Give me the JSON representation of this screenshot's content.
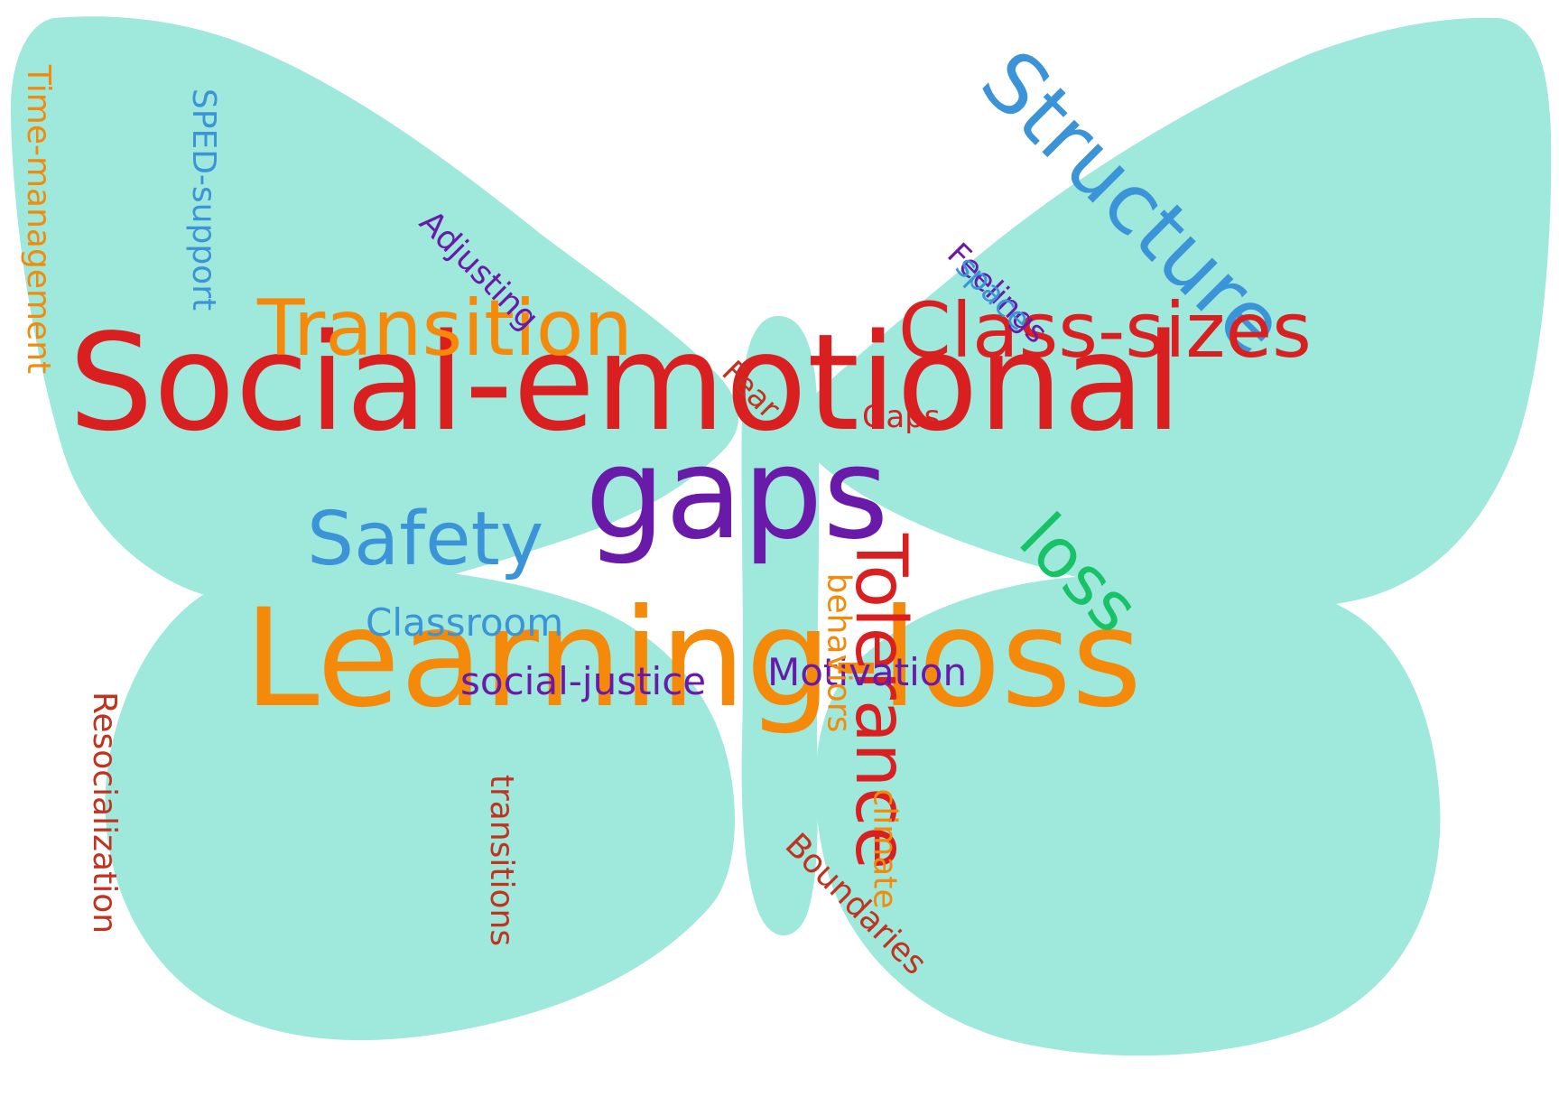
{
  "palette": {
    "shape_fill": "#9ee8dc",
    "red": "#d91f1f",
    "orange": "#f58a0a",
    "purple": "#6a1aa8",
    "blue": "#3b94d8",
    "green": "#18c266",
    "dark_red": "#c2331f"
  },
  "shape": {
    "icon": "butterfly-silhouette"
  },
  "words": [
    {
      "text": "Social-emotional",
      "color": "red",
      "weight": 100
    },
    {
      "text": "Learning-loss",
      "color": "orange",
      "weight": 95
    },
    {
      "text": "gaps",
      "color": "purple",
      "weight": 90
    },
    {
      "text": "Structure",
      "color": "blue",
      "weight": 55
    },
    {
      "text": "Class-sizes",
      "color": "red",
      "weight": 52
    },
    {
      "text": "Transition",
      "color": "orange",
      "weight": 52
    },
    {
      "text": "Safety",
      "color": "blue",
      "weight": 50
    },
    {
      "text": "Tolerance",
      "color": "red",
      "weight": 50
    },
    {
      "text": "loss",
      "color": "green",
      "weight": 48
    },
    {
      "text": "Classroom",
      "color": "blue",
      "weight": 30
    },
    {
      "text": "Motivation",
      "color": "purple",
      "weight": 30
    },
    {
      "text": "social-justice",
      "color": "purple",
      "weight": 30
    },
    {
      "text": "behaviors",
      "color": "orange",
      "weight": 27
    },
    {
      "text": "climate",
      "color": "orange",
      "weight": 27
    },
    {
      "text": "Boundaries",
      "color": "dark_red",
      "weight": 27
    },
    {
      "text": "Resocialization",
      "color": "dark_red",
      "weight": 27
    },
    {
      "text": "transitions",
      "color": "dark_red",
      "weight": 27
    },
    {
      "text": "Time-management",
      "color": "orange",
      "weight": 27
    },
    {
      "text": "SPED-support",
      "color": "blue",
      "weight": 27
    },
    {
      "text": "Adjusting",
      "color": "purple",
      "weight": 27
    },
    {
      "text": "Feelings",
      "color": "purple",
      "weight": 25
    },
    {
      "text": "space",
      "color": "blue",
      "weight": 25
    },
    {
      "text": "Gaps",
      "color": "red",
      "weight": 25
    },
    {
      "text": "Fear",
      "color": "dark_red",
      "weight": 25
    }
  ]
}
